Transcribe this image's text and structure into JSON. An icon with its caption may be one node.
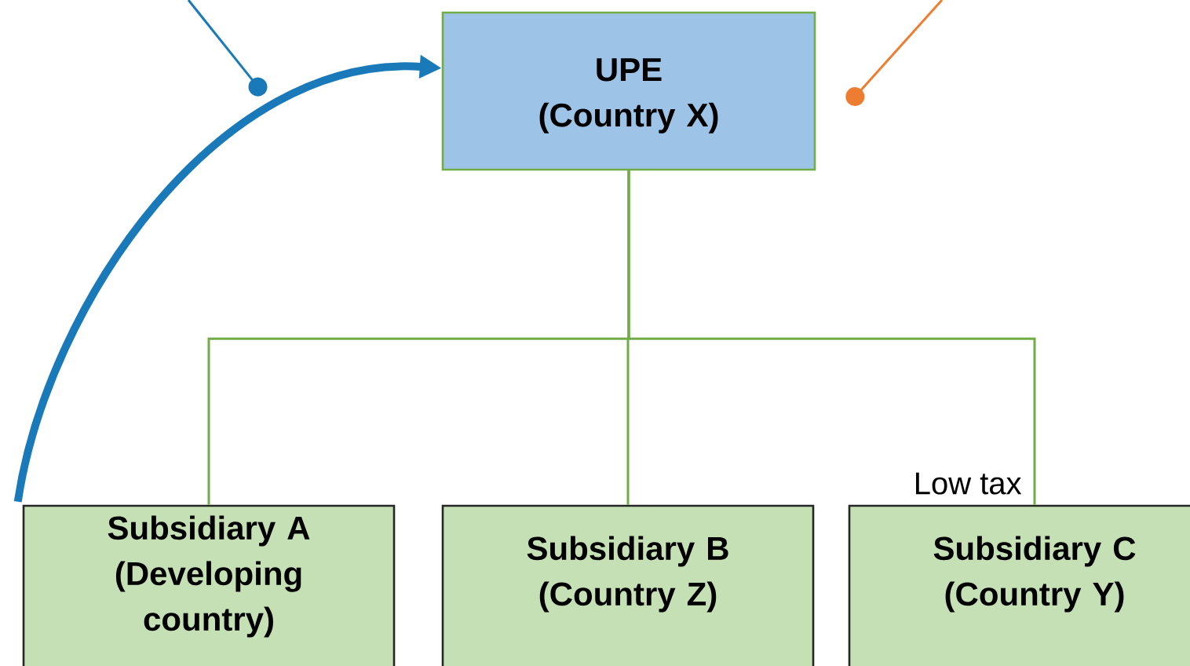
{
  "diagram": {
    "nodes": [
      {
        "text": [
          "UPE",
          "(Country X)"
        ]
      },
      {
        "text": [
          "Subsidiary A",
          "(Developing country)"
        ]
      },
      {
        "text": [
          "Subsidiary B",
          "(Country Z)"
        ]
      },
      {
        "text": [
          "Subsidiary C",
          "(Country Y)"
        ],
        "beside": [
          "Low tax"
        ]
      }
    ],
    "edges": [
      {
        "from": 0,
        "to": 1,
        "arrow": "none"
      },
      {
        "from": 0,
        "to": 2,
        "arrow": "none"
      },
      {
        "from": 0,
        "to": 3,
        "arrow": "none"
      },
      {
        "from": 1,
        "to": 0,
        "arrow": "to",
        "style": "thick",
        "color": "#1a7ab9"
      },
      {
        "from": null,
        "to": 0,
        "arrow": "other",
        "color": "#ed7d31"
      }
    ]
  }
}
